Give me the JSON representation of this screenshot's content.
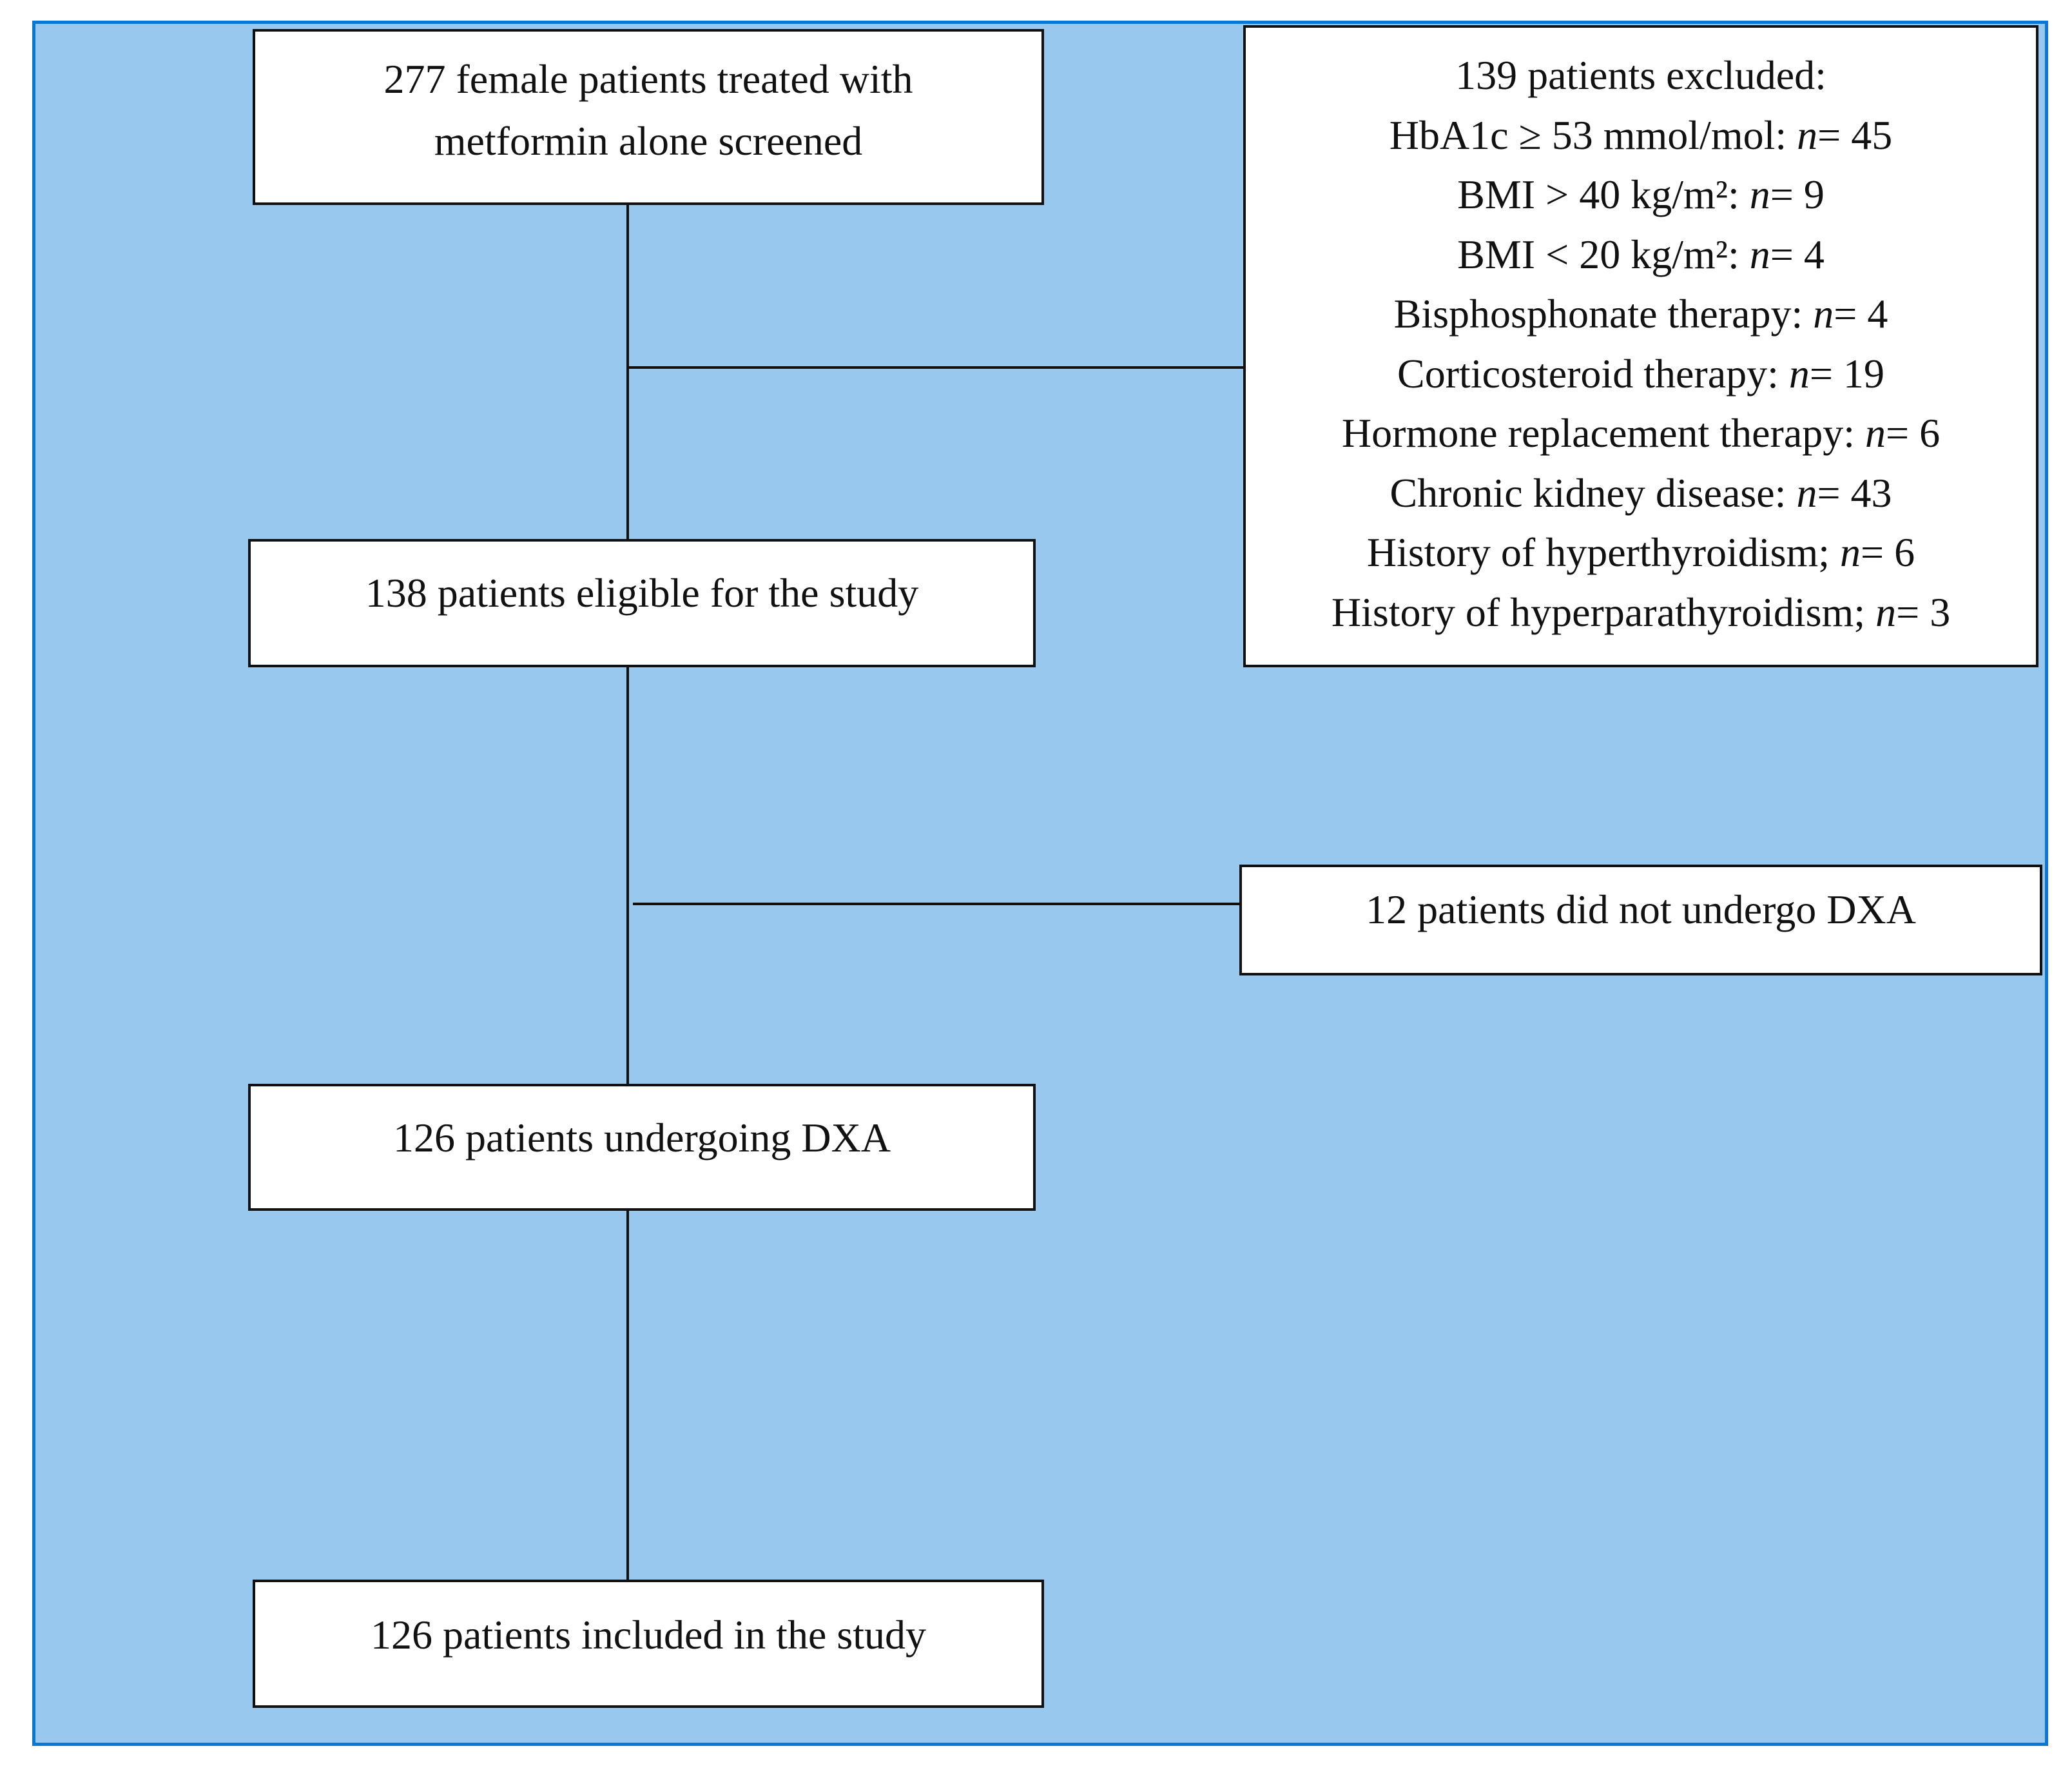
{
  "boxes": {
    "screened": {
      "line1": "277 female patients treated with",
      "line2": "metformin alone screened"
    },
    "excluded": {
      "title": "139 patients excluded:",
      "items": [
        {
          "label": "HbA1c ≥ 53 mmol/mol: ",
          "n": "45"
        },
        {
          "label": "BMI > 40 kg/m²: ",
          "n": "9"
        },
        {
          "label": "BMI < 20 kg/m²: ",
          "n": "4"
        },
        {
          "label": "Bisphosphonate therapy: ",
          "n": "4"
        },
        {
          "label": "Corticosteroid therapy: ",
          "n": "19"
        },
        {
          "label": "Hormone replacement therapy: ",
          "n": "6"
        },
        {
          "label": "Chronic kidney disease: ",
          "n": "43"
        },
        {
          "label": "History of hyperthyroidism; ",
          "n": "6"
        },
        {
          "label": "History of hyperparathyroidism; ",
          "n": "3"
        }
      ],
      "n_label": "n",
      "eq": "= "
    },
    "eligible": "138 patients eligible for the study",
    "no_dxa": "12 patients did not undergo DXA",
    "dxa": "126 patients undergoing DXA",
    "included": "126 patients included in the study"
  },
  "colors": {
    "background": "#99c8ee",
    "frame_border": "#0a78d2",
    "box_border": "#111111"
  }
}
